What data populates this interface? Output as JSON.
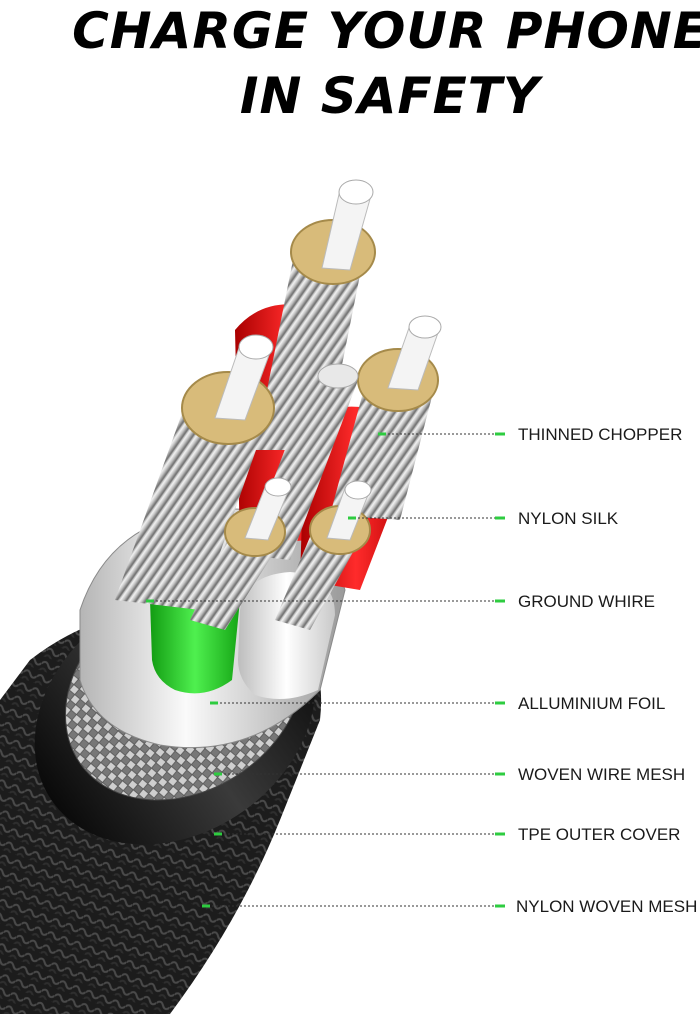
{
  "headline": {
    "line1": "CHARGE YOUR PHONE",
    "line2": "IN SAFETY"
  },
  "accent_color": "#2ecc40",
  "callouts": [
    {
      "label": "THINNED CHOPPER"
    },
    {
      "label": "NYLON SILK"
    },
    {
      "label": "GROUND WHIRE"
    },
    {
      "label": "ALLUMINIUM FOIL"
    },
    {
      "label": "WOVEN WIRE MESH"
    },
    {
      "label": "TPE OUTER COVER"
    },
    {
      "label": "NYLON WOVEN MESH"
    }
  ]
}
